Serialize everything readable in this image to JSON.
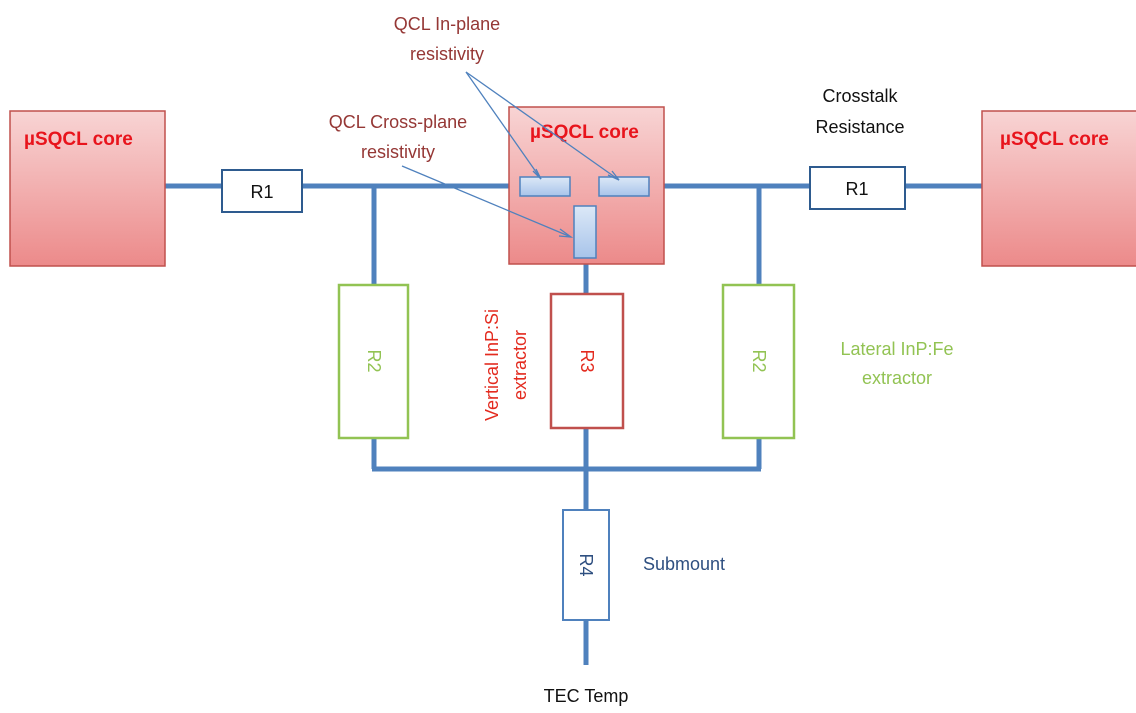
{
  "cores": {
    "left": "µSQCL core",
    "center": "µSQCL core",
    "right": "µSQCL core"
  },
  "resistors": {
    "r1_left": "R1",
    "r1_right": "R1",
    "r2_left": "R2",
    "r2_right": "R2",
    "r3": "R3",
    "r4": "R4"
  },
  "annotations": {
    "in_plane_line1": "QCL In-plane",
    "in_plane_line2": "resistivity",
    "cross_plane_line1": "QCL Cross-plane",
    "cross_plane_line2": "resistivity",
    "crosstalk_line1": "Crosstalk",
    "crosstalk_line2": "Resistance",
    "vertical_line1": "Vertical InP:Si",
    "vertical_line2": "extractor",
    "lateral_line1": "Lateral InP:Fe",
    "lateral_line2": "extractor",
    "submount": "Submount",
    "tec_temp": "TEC Temp"
  },
  "colors": {
    "wire": "#4f81bd",
    "core_fill_top": "#f6c9c9",
    "core_fill_bottom": "#e98585",
    "core_border": "#c0504d",
    "core_title": "#e8141c",
    "green": "#92c353",
    "red": "#c0504d",
    "blue_border": "#2e5b8f"
  }
}
